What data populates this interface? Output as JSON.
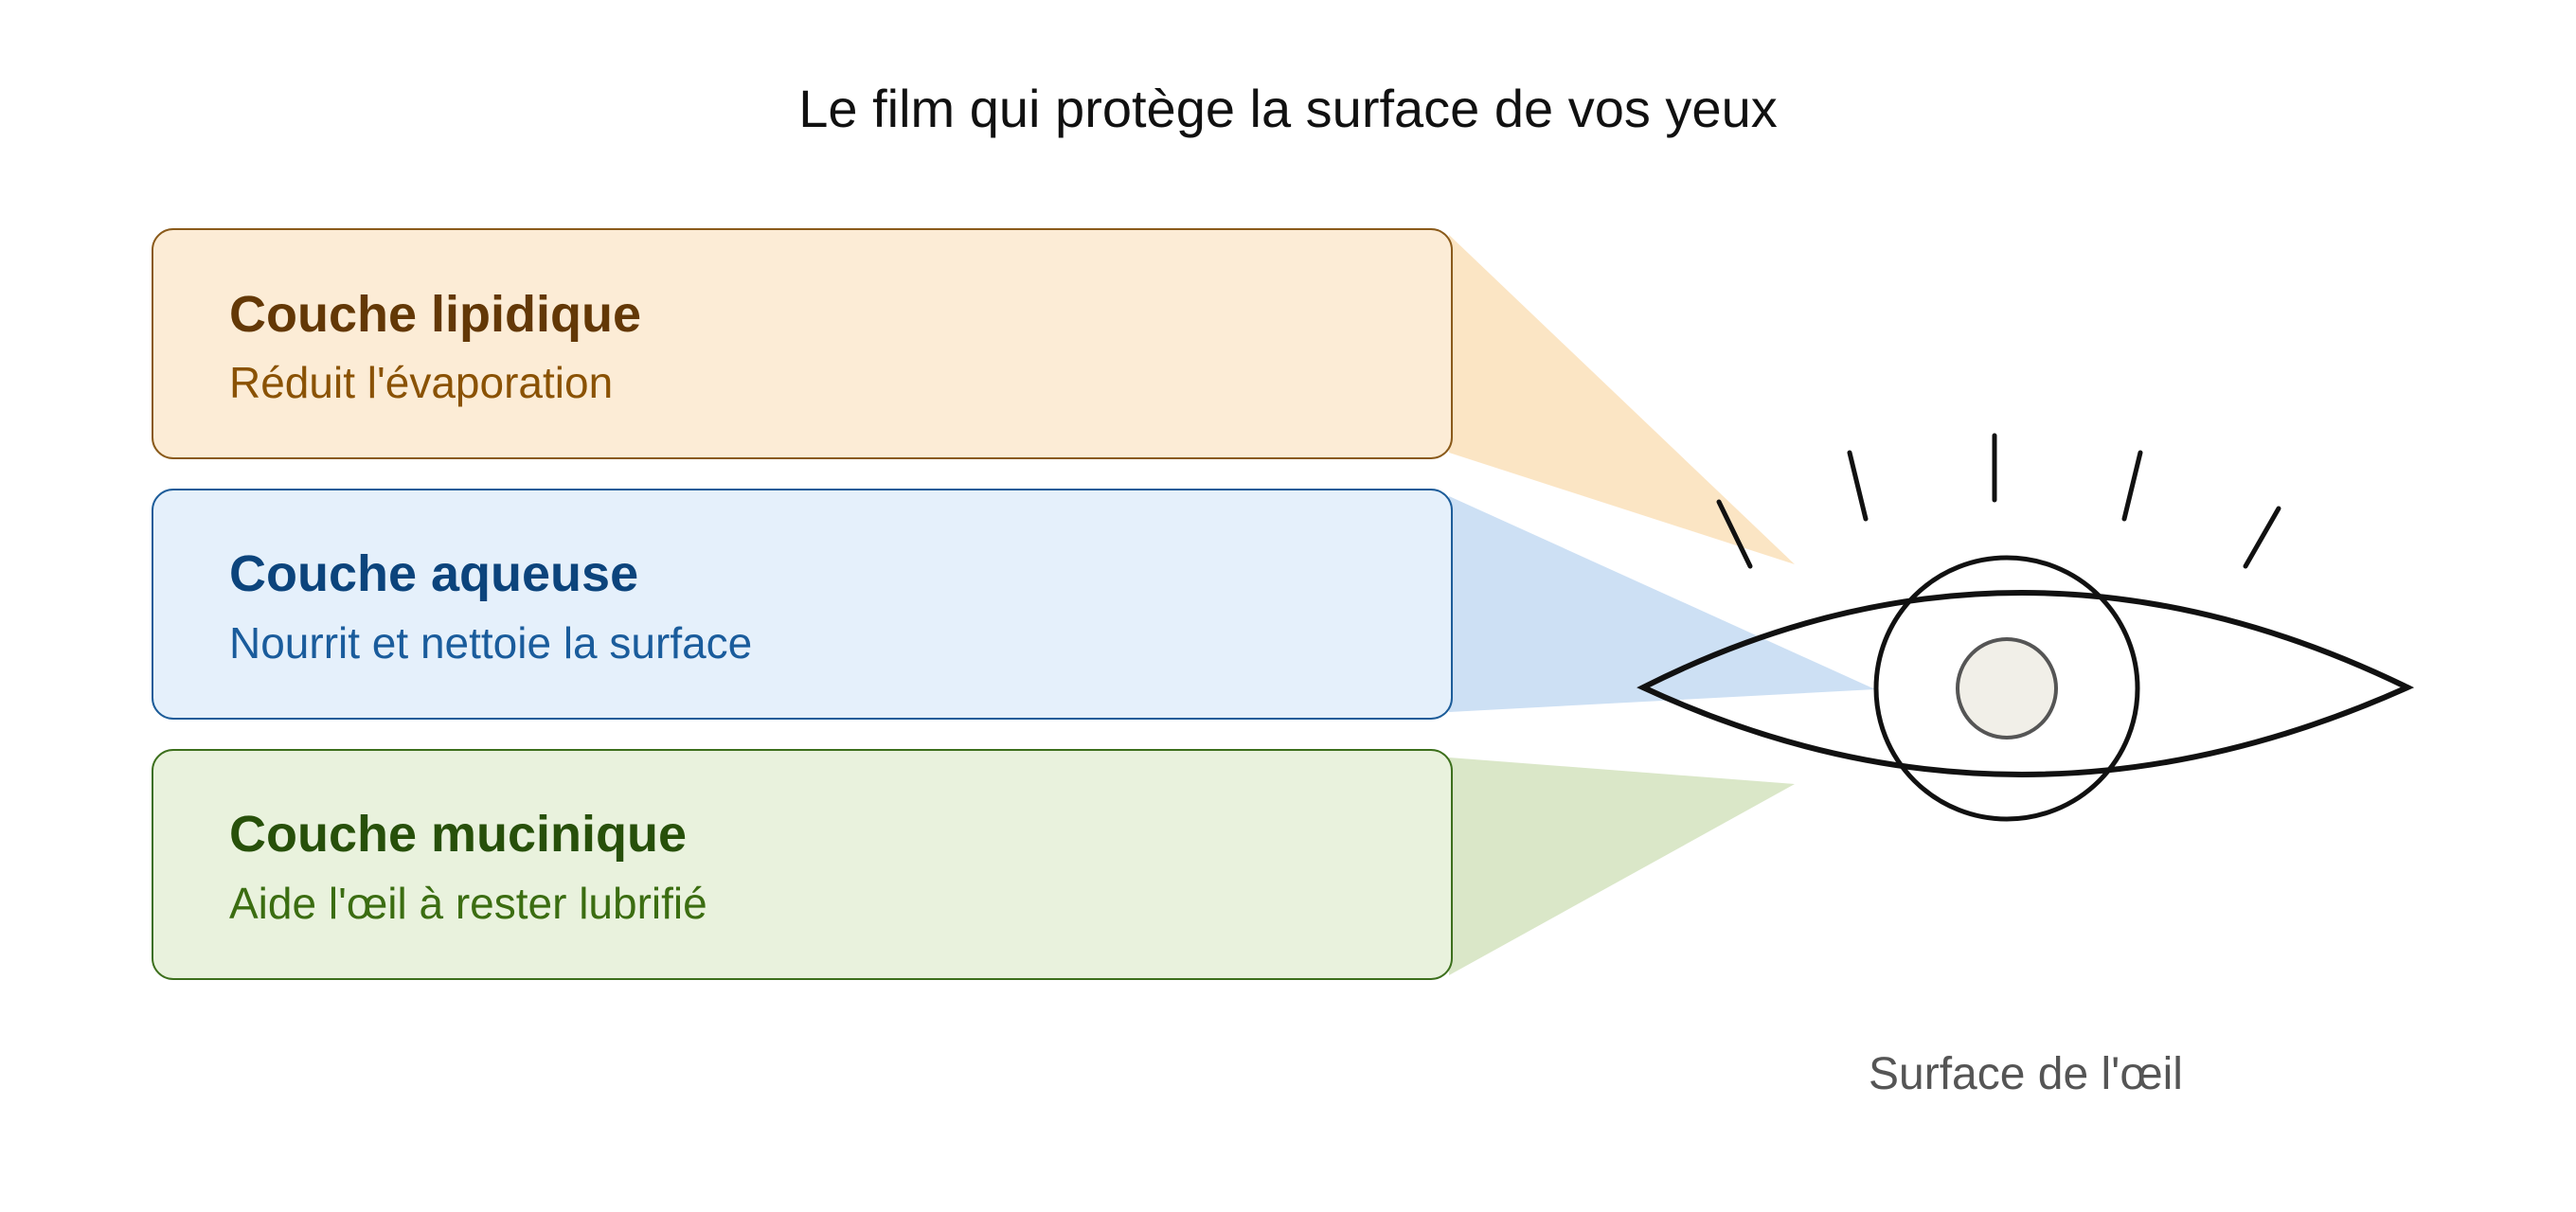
{
  "title": "Le film qui protège la surface de vos yeux",
  "layers": [
    {
      "title": "Couche lipidique",
      "description": "Réduit l'évaporation",
      "fill": "#fcecd6",
      "border": "#8a5a1a",
      "title_color": "#633806",
      "desc_color": "#8a5204",
      "wedge_color": "#fbe5c4"
    },
    {
      "title": "Couche aqueuse",
      "description": "Nourrit et nettoie la surface",
      "fill": "#e5f0fb",
      "border": "#1c5c99",
      "title_color": "#0c447c",
      "desc_color": "#1a5c9c",
      "wedge_color": "#cde0f4"
    },
    {
      "title": "Couche mucinique",
      "description": "Aide l'œil à rester lubrifié",
      "fill": "#e9f2dd",
      "border": "#3c6f1c",
      "title_color": "#27500a",
      "desc_color": "#3b6d11",
      "wedge_color": "#dae7c8"
    }
  ],
  "eye": {
    "caption": "Surface de l'œil",
    "stroke_color": "#111111",
    "iris_color": "#f1efe8",
    "icon": "eye-icon"
  }
}
